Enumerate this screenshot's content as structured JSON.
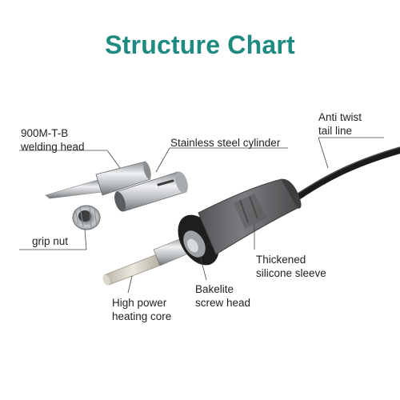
{
  "title": "Structure Chart",
  "labels": {
    "welding_head": "900M-T-B\nwelding head",
    "cylinder": "Stainless steel cylinder",
    "tail_line": "Anti twist\ntail line",
    "grip_nut": "grip nut",
    "sleeve": "Thickened\nsilicone sleeve",
    "bakelite": "Bakelite\nscrew head",
    "heating_core": "High power\nheating core"
  },
  "colors": {
    "title": "#1f8a80",
    "handle": "#6b6d6f",
    "metal": "#c4c7ca",
    "cable": "#1b1b1b"
  }
}
